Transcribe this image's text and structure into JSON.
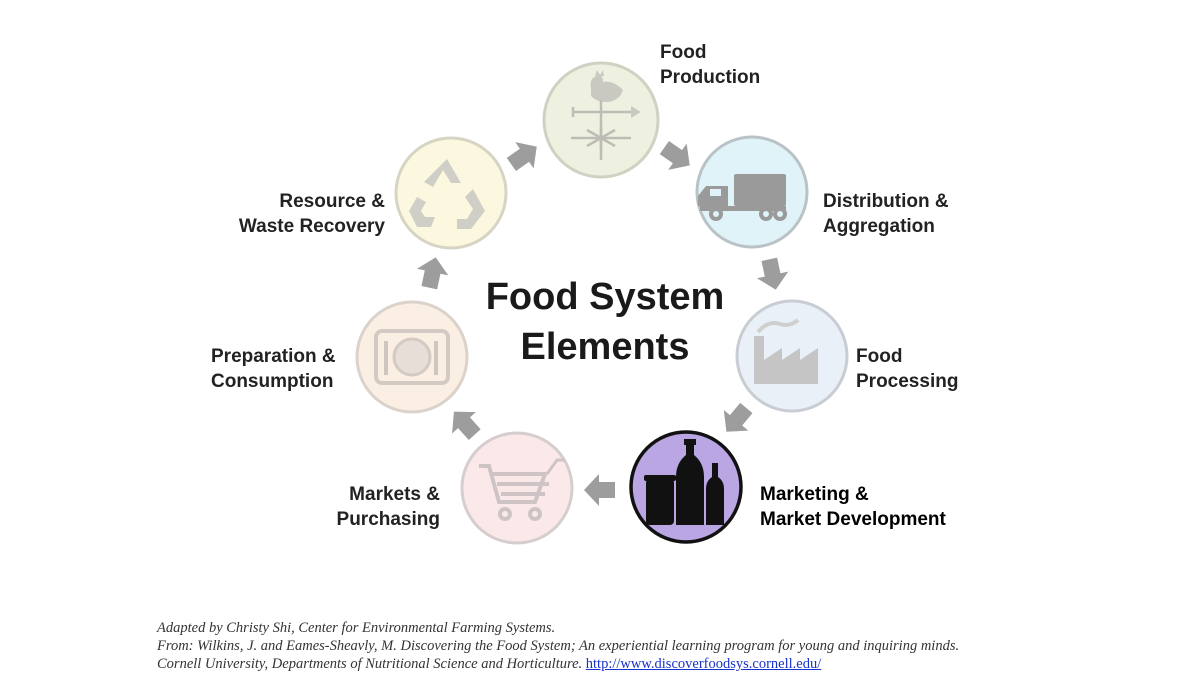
{
  "title": {
    "line1": "Food System",
    "line2": "Elements"
  },
  "elements": [
    {
      "id": "food-production",
      "line1": "Food",
      "line2": "Production",
      "icon": "weathervane-rooster-icon",
      "color": "#eef0e0",
      "active": false
    },
    {
      "id": "distribution",
      "line1": "Distribution &",
      "line2": "Aggregation",
      "icon": "truck-icon",
      "color": "#dff3f8",
      "active": false
    },
    {
      "id": "processing",
      "line1": "Food",
      "line2": "Processing",
      "icon": "factory-icon",
      "color": "#eaf0f8",
      "active": false
    },
    {
      "id": "marketing",
      "line1": "Marketing &",
      "line2": "Market Development",
      "icon": "bottles-icon",
      "color": "#b9a6e3",
      "active": true
    },
    {
      "id": "markets",
      "line1": "Markets &",
      "line2": "Purchasing",
      "icon": "shopping-cart-icon",
      "color": "#fbe9ea",
      "active": false
    },
    {
      "id": "preparation",
      "line1": "Preparation &",
      "line2": "Consumption",
      "icon": "plate-fork-knife-icon",
      "color": "#fbeee2",
      "active": false
    },
    {
      "id": "waste",
      "line1": "Resource &",
      "line2": "Waste Recovery",
      "icon": "recycle-icon",
      "color": "#fbf8df",
      "active": false
    }
  ],
  "credits": {
    "line1": "Adapted by Christy Shi, Center for Environmental Farming Systems.",
    "line2": "From:  Wilkins, J. and Eames-Sheavly, M. Discovering the Food System; An experiential learning program for young and inquiring minds.",
    "line3": "Cornell University, Departments of Nutritional Science and Horticulture.",
    "link": "http://www.discoverfoodsys.cornell.edu/"
  }
}
